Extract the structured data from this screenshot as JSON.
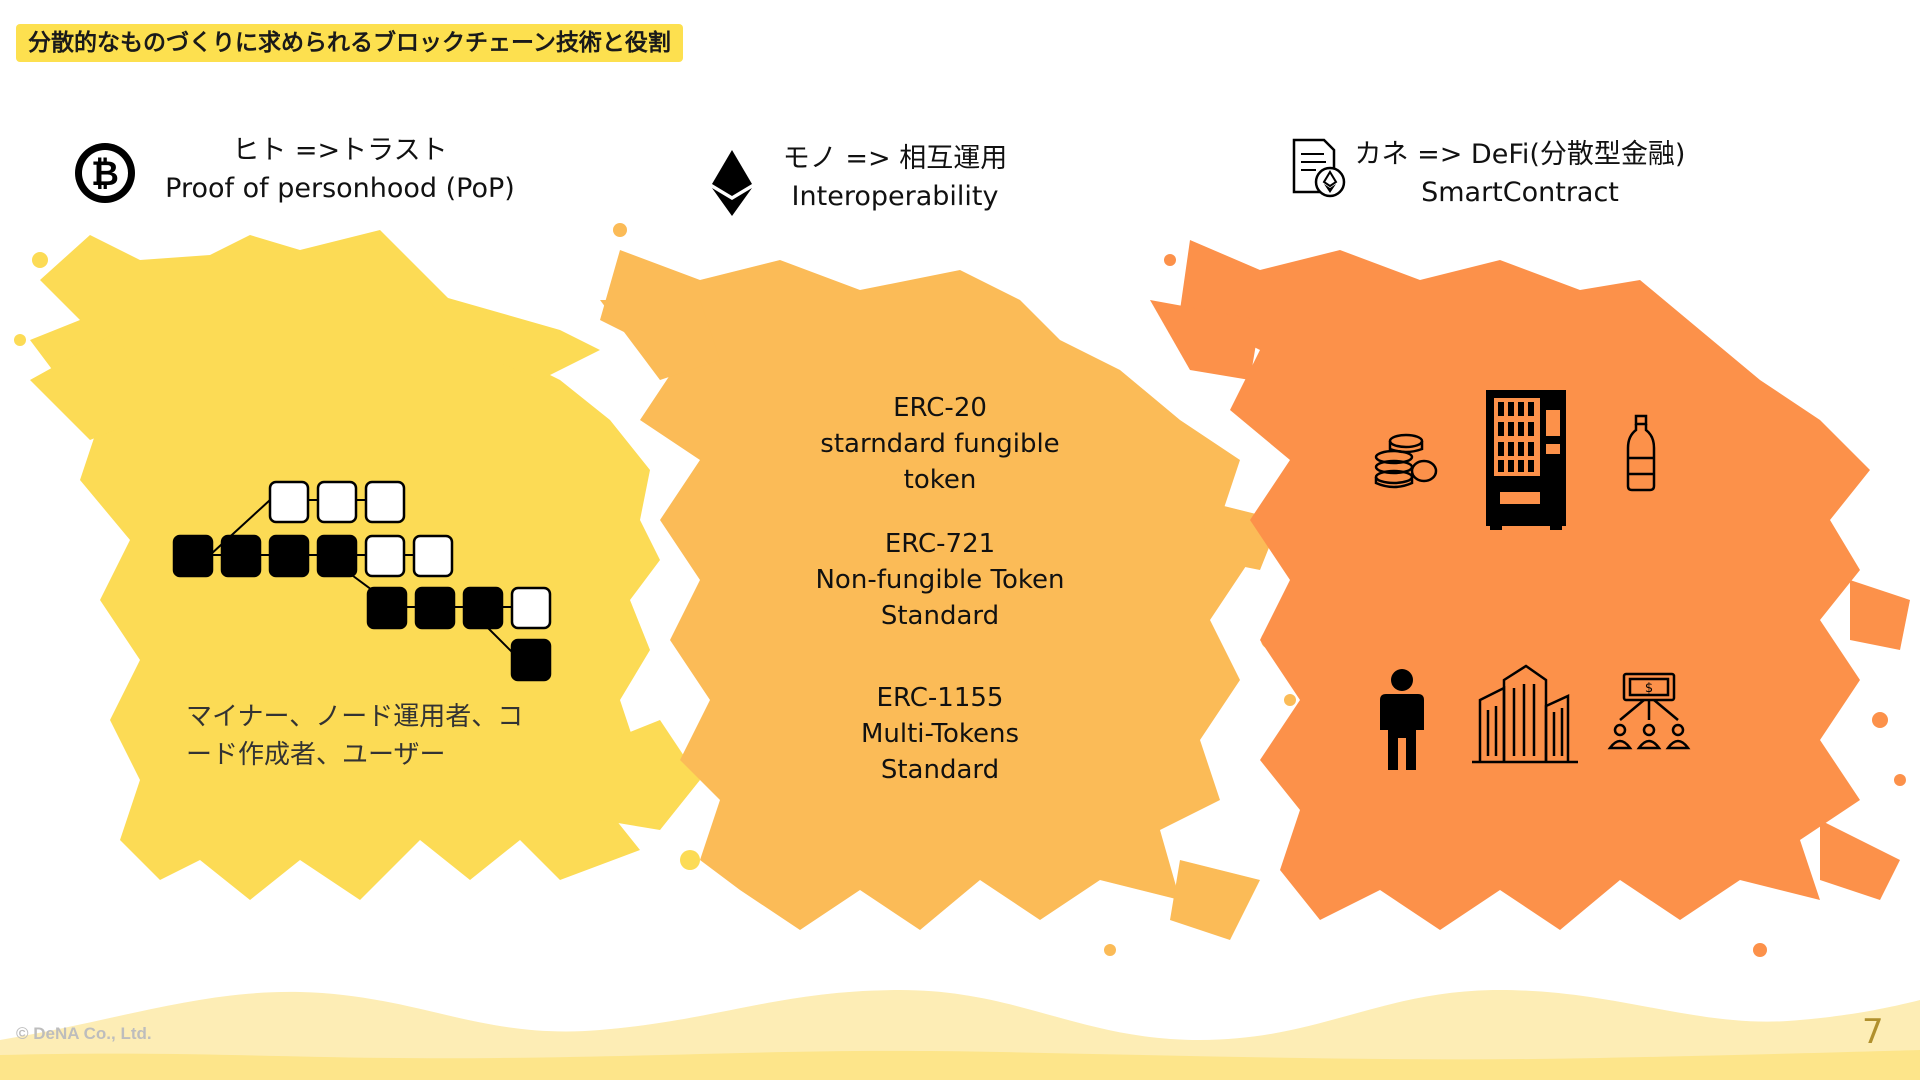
{
  "title": "分散的なものづくりに求められるブロックチェーン技術と役割",
  "columns": [
    {
      "heading_line1": "ヒト =>トラスト",
      "heading_line2": "Proof of personhood (PoP)",
      "icon": "bitcoin-icon",
      "roles_text": "マイナー、ノード運用者、コード作成者、ユーザー",
      "color": "#fcdb55"
    },
    {
      "heading_line1": "モノ => 相互運用",
      "heading_line2": "Interoperability",
      "icon": "ethereum-icon",
      "color": "#fbbb57",
      "standards": [
        {
          "line1": "ERC-20",
          "line2": "starndard fungible",
          "line3": "token"
        },
        {
          "line1": "ERC-721",
          "line2": "Non-fungible Token",
          "line3": "Standard"
        },
        {
          "line1": "ERC-1155",
          "line2": "Multi-Tokens",
          "line3": "Standard"
        }
      ]
    },
    {
      "heading_line1": "カネ => DeFi(分散型金融)",
      "heading_line2": "SmartContract",
      "icon": "smart-contract-document-icon",
      "color": "#fc914a",
      "icons": [
        "coin-stack-icon",
        "vending-machine-icon",
        "bottle-icon",
        "person-icon",
        "buildings-icon",
        "money-distribution-icon"
      ]
    }
  ],
  "footer": "© DeNA Co., Ltd.",
  "page_number": "7"
}
